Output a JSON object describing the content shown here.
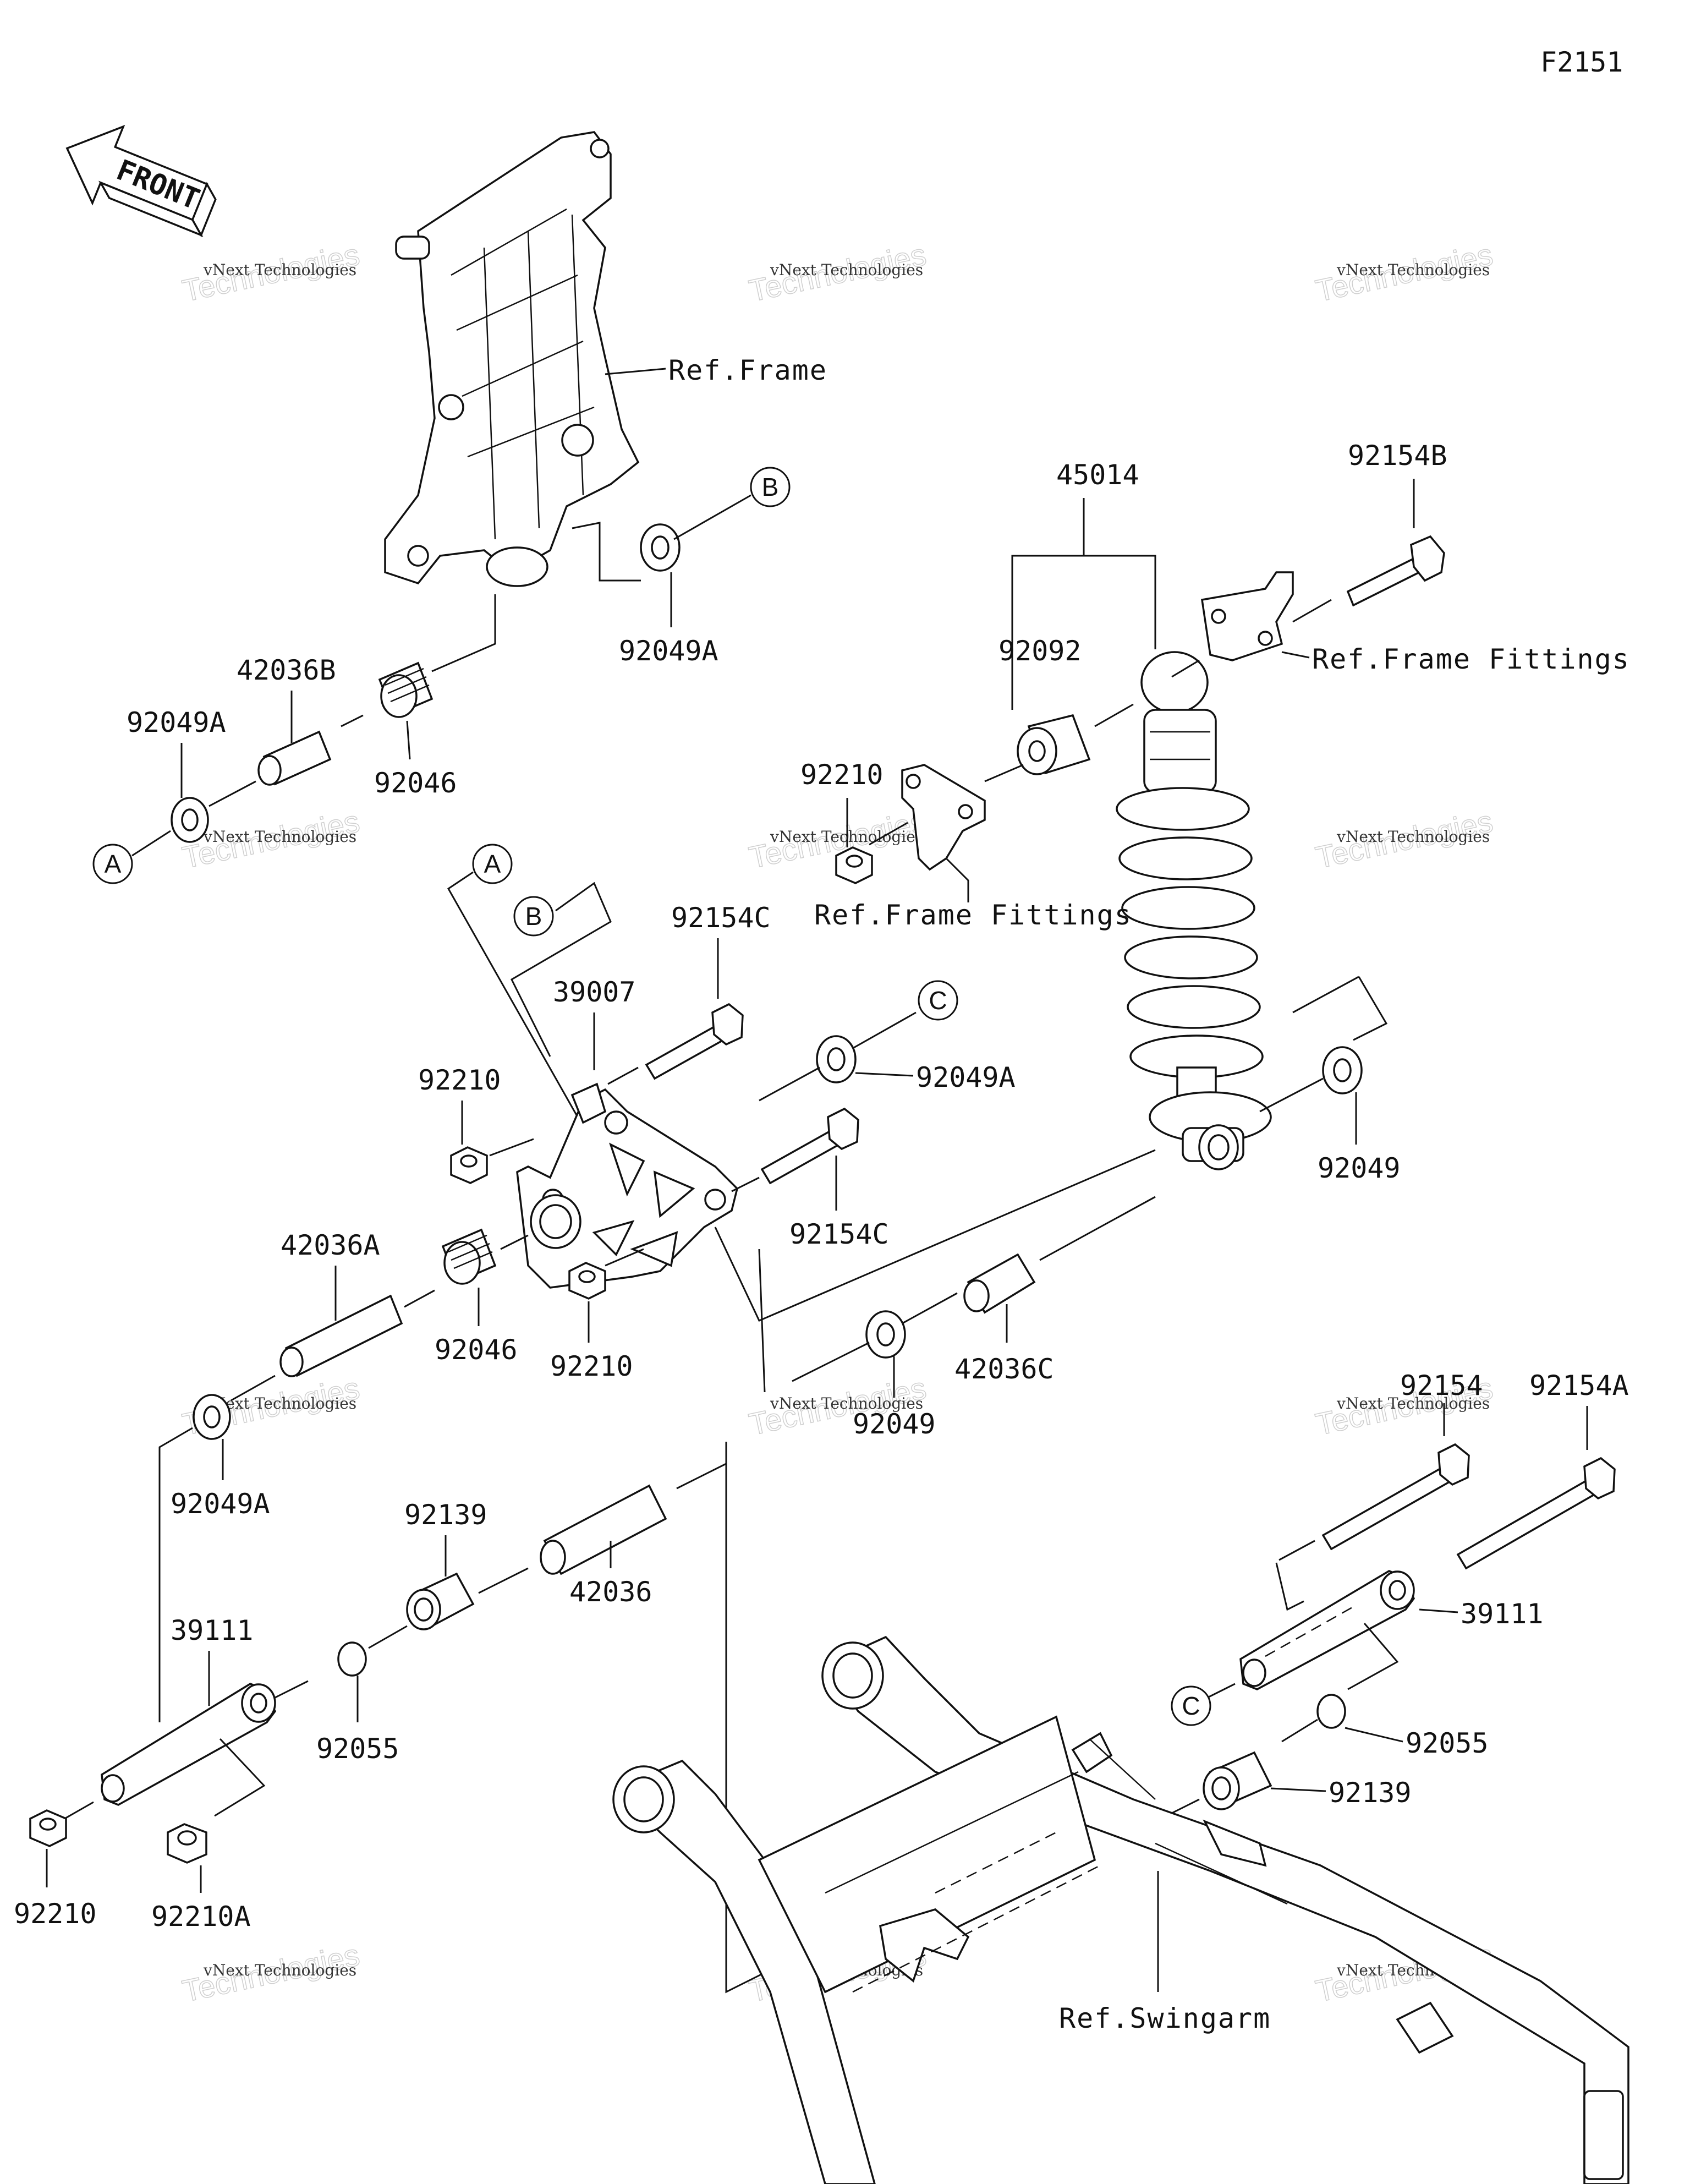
{
  "diagram_id": "F2151",
  "front_label": "FRONT",
  "refs": {
    "frame": "Ref.Frame",
    "frame_fittings_top": "Ref.Frame Fittings",
    "frame_fittings_mid": "Ref.Frame Fittings",
    "swingarm": "Ref.Swingarm"
  },
  "callouts": {
    "a": "A",
    "b": "B",
    "c": "C"
  },
  "watermark": {
    "line1": "vNext Technologies",
    "line2": "Technologies",
    "line3": "vNext"
  },
  "parts": {
    "p92049A_top": "92049A",
    "p42036B": "42036B",
    "p92049A_left": "92049A",
    "p92046_top": "92046",
    "p45014": "45014",
    "p92154B": "92154B",
    "p92092": "92092",
    "p92210_fit": "92210",
    "p92154C_top": "92154C",
    "p39007": "39007",
    "p92210_left": "92210",
    "p92049A_mid": "92049A",
    "p92049_right": "92049",
    "p92154C_mid": "92154C",
    "p42036A": "42036A",
    "p92046_mid": "92046",
    "p92210_mid": "92210",
    "p42036C": "42036C",
    "p92049_mid": "92049",
    "p92049A_low": "92049A",
    "p92139_left": "92139",
    "p42036": "42036",
    "p92154": "92154",
    "p92154A": "92154A",
    "p39111_left": "39111",
    "p39111_right": "39111",
    "p92055_left": "92055",
    "p92055_right": "92055",
    "p92139_right": "92139",
    "p92210_low": "92210",
    "p92210A": "92210A"
  }
}
